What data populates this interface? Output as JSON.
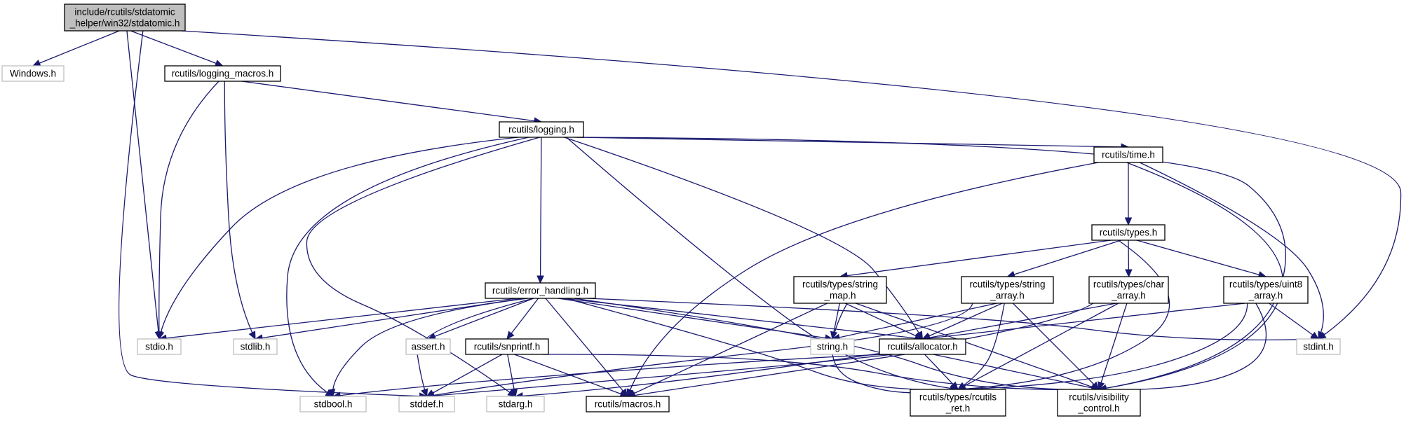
{
  "colors": {
    "edge": "#191970",
    "root_fill": "#bfbfbf",
    "root_stroke": "#000000",
    "doc_fill": "#ffffff",
    "doc_stroke": "#000000",
    "external_fill": "#ffffff",
    "external_stroke": "#bfbfbf"
  },
  "nodes": [
    {
      "id": "root",
      "kind": "root",
      "lines": [
        "include/rcutils/stdatomic",
        "_helper/win32/stdatomic.h"
      ]
    },
    {
      "id": "windows",
      "kind": "external",
      "lines": [
        "Windows.h"
      ]
    },
    {
      "id": "logging_macros",
      "kind": "doc",
      "lines": [
        "rcutils/logging_macros.h"
      ]
    },
    {
      "id": "logging",
      "kind": "doc",
      "lines": [
        "rcutils/logging.h"
      ]
    },
    {
      "id": "time",
      "kind": "doc",
      "lines": [
        "rcutils/time.h"
      ]
    },
    {
      "id": "types",
      "kind": "doc",
      "lines": [
        "rcutils/types.h"
      ]
    },
    {
      "id": "error_handling",
      "kind": "doc",
      "lines": [
        "rcutils/error_handling.h"
      ]
    },
    {
      "id": "string_map",
      "kind": "doc",
      "lines": [
        "rcutils/types/string",
        "_map.h"
      ]
    },
    {
      "id": "string_array",
      "kind": "doc",
      "lines": [
        "rcutils/types/string",
        "_array.h"
      ]
    },
    {
      "id": "char_array",
      "kind": "doc",
      "lines": [
        "rcutils/types/char",
        "_array.h"
      ]
    },
    {
      "id": "uint8_array",
      "kind": "doc",
      "lines": [
        "rcutils/types/uint8",
        "_array.h"
      ]
    },
    {
      "id": "stdio",
      "kind": "external",
      "lines": [
        "stdio.h"
      ]
    },
    {
      "id": "stdlib",
      "kind": "external",
      "lines": [
        "stdlib.h"
      ]
    },
    {
      "id": "assert",
      "kind": "external",
      "lines": [
        "assert.h"
      ]
    },
    {
      "id": "snprintf",
      "kind": "doc",
      "lines": [
        "rcutils/snprintf.h"
      ]
    },
    {
      "id": "string",
      "kind": "external",
      "lines": [
        "string.h"
      ]
    },
    {
      "id": "allocator",
      "kind": "doc",
      "lines": [
        "rcutils/allocator.h"
      ]
    },
    {
      "id": "stdint",
      "kind": "external",
      "lines": [
        "stdint.h"
      ]
    },
    {
      "id": "stdbool",
      "kind": "external",
      "lines": [
        "stdbool.h"
      ]
    },
    {
      "id": "stddef",
      "kind": "external",
      "lines": [
        "stddef.h"
      ]
    },
    {
      "id": "stdarg",
      "kind": "external",
      "lines": [
        "stdarg.h"
      ]
    },
    {
      "id": "macros",
      "kind": "doc",
      "lines": [
        "rcutils/macros.h"
      ]
    },
    {
      "id": "rcutils_ret",
      "kind": "doc",
      "lines": [
        "rcutils/types/rcutils",
        "_ret.h"
      ]
    },
    {
      "id": "visibility",
      "kind": "doc",
      "lines": [
        "rcutils/visibility",
        "_control.h"
      ]
    }
  ],
  "edges": [
    {
      "from": "root",
      "to": "windows"
    },
    {
      "from": "root",
      "to": "logging_macros"
    },
    {
      "from": "root",
      "to": "stdio"
    },
    {
      "from": "root",
      "to": "stddef"
    },
    {
      "from": "root",
      "to": "stdint"
    },
    {
      "from": "logging_macros",
      "to": "stdio"
    },
    {
      "from": "logging_macros",
      "to": "stdlib"
    },
    {
      "from": "logging_macros",
      "to": "logging"
    },
    {
      "from": "logging",
      "to": "stdio"
    },
    {
      "from": "logging",
      "to": "stdbool"
    },
    {
      "from": "logging",
      "to": "stdarg"
    },
    {
      "from": "logging",
      "to": "error_handling"
    },
    {
      "from": "logging",
      "to": "rcutils_ret"
    },
    {
      "from": "logging",
      "to": "allocator"
    },
    {
      "from": "logging",
      "to": "time"
    },
    {
      "from": "logging",
      "to": "visibility"
    },
    {
      "from": "time",
      "to": "macros"
    },
    {
      "from": "time",
      "to": "types"
    },
    {
      "from": "time",
      "to": "stdint"
    },
    {
      "from": "time",
      "to": "visibility"
    },
    {
      "from": "types",
      "to": "string_map"
    },
    {
      "from": "types",
      "to": "string_array"
    },
    {
      "from": "types",
      "to": "char_array"
    },
    {
      "from": "types",
      "to": "uint8_array"
    },
    {
      "from": "types",
      "to": "rcutils_ret"
    },
    {
      "from": "error_handling",
      "to": "stdio"
    },
    {
      "from": "error_handling",
      "to": "stdlib"
    },
    {
      "from": "error_handling",
      "to": "assert"
    },
    {
      "from": "error_handling",
      "to": "snprintf"
    },
    {
      "from": "error_handling",
      "to": "string"
    },
    {
      "from": "error_handling",
      "to": "allocator"
    },
    {
      "from": "error_handling",
      "to": "stdint"
    },
    {
      "from": "error_handling",
      "to": "stdbool"
    },
    {
      "from": "error_handling",
      "to": "stddef"
    },
    {
      "from": "error_handling",
      "to": "macros"
    },
    {
      "from": "error_handling",
      "to": "rcutils_ret"
    },
    {
      "from": "error_handling",
      "to": "visibility"
    },
    {
      "from": "string_map",
      "to": "string"
    },
    {
      "from": "string_map",
      "to": "allocator"
    },
    {
      "from": "string_map",
      "to": "macros"
    },
    {
      "from": "string_map",
      "to": "rcutils_ret"
    },
    {
      "from": "string_map",
      "to": "visibility"
    },
    {
      "from": "string_array",
      "to": "string"
    },
    {
      "from": "string_array",
      "to": "allocator"
    },
    {
      "from": "string_array",
      "to": "stddef"
    },
    {
      "from": "string_array",
      "to": "rcutils_ret"
    },
    {
      "from": "string_array",
      "to": "visibility"
    },
    {
      "from": "char_array",
      "to": "allocator"
    },
    {
      "from": "char_array",
      "to": "stdarg"
    },
    {
      "from": "char_array",
      "to": "rcutils_ret"
    },
    {
      "from": "char_array",
      "to": "visibility"
    },
    {
      "from": "uint8_array",
      "to": "allocator"
    },
    {
      "from": "uint8_array",
      "to": "stdint"
    },
    {
      "from": "uint8_array",
      "to": "rcutils_ret"
    },
    {
      "from": "uint8_array",
      "to": "visibility"
    },
    {
      "from": "snprintf",
      "to": "stddef"
    },
    {
      "from": "snprintf",
      "to": "stdarg"
    },
    {
      "from": "snprintf",
      "to": "macros"
    },
    {
      "from": "snprintf",
      "to": "visibility"
    },
    {
      "from": "allocator",
      "to": "stdbool"
    },
    {
      "from": "allocator",
      "to": "stddef"
    },
    {
      "from": "allocator",
      "to": "macros"
    },
    {
      "from": "allocator",
      "to": "rcutils_ret"
    },
    {
      "from": "allocator",
      "to": "visibility"
    }
  ]
}
